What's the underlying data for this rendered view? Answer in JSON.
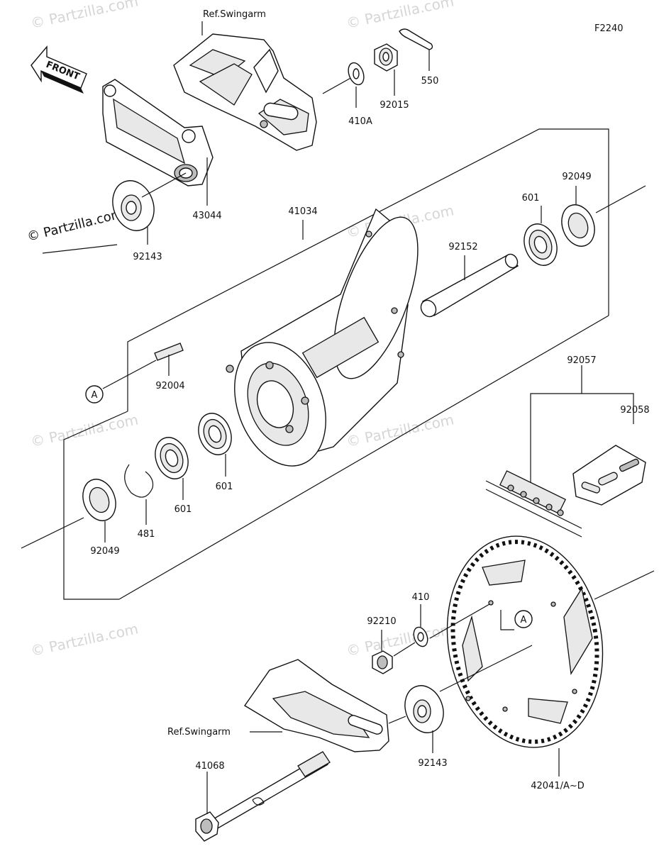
{
  "diagram_code": "F2240",
  "front_label": "FRONT",
  "watermark": "© Partzilla.com",
  "ref_swingarm_top": "Ref.Swingarm",
  "ref_swingarm_bottom": "Ref.Swingarm",
  "callout_a": "A",
  "parts": {
    "p550": "550",
    "p92015": "92015",
    "p410A": "410A",
    "p43044": "43044",
    "p92143_top": "92143",
    "p41034": "41034",
    "p92049_right": "92049",
    "p601_right": "601",
    "p92152": "92152",
    "p92004": "92004",
    "p601_mid": "601",
    "p601_left": "601",
    "p481": "481",
    "p92049_left": "92049",
    "p92057": "92057",
    "p92058": "92058",
    "p410": "410",
    "p92210": "92210",
    "p92143_bottom": "92143",
    "p41068": "41068",
    "p42041": "42041/A~D"
  }
}
